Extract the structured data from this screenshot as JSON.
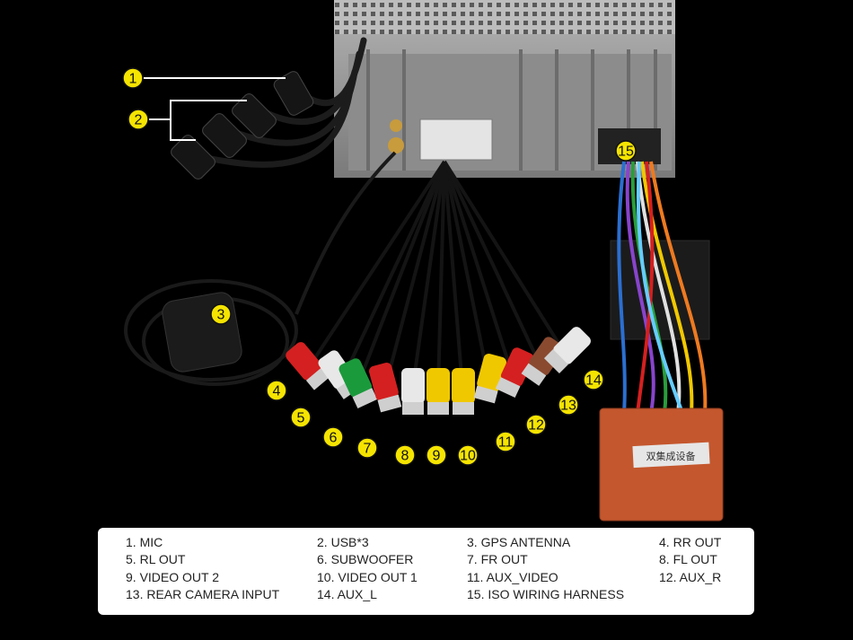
{
  "callouts": [
    "1",
    "2",
    "3",
    "4",
    "5",
    "6",
    "7",
    "8",
    "9",
    "10",
    "11",
    "12",
    "13",
    "14",
    "15"
  ],
  "box_label": "双集成设备",
  "legend": [
    {
      "n": "1.",
      "label": "MIC"
    },
    {
      "n": "2.",
      "label": "USB*3"
    },
    {
      "n": "3.",
      "label": "GPS ANTENNA"
    },
    {
      "n": "4.",
      "label": "RR OUT"
    },
    {
      "n": "5.",
      "label": "RL OUT"
    },
    {
      "n": "6.",
      "label": "SUBWOOFER"
    },
    {
      "n": "7.",
      "label": "FR OUT"
    },
    {
      "n": "8.",
      "label": "FL OUT"
    },
    {
      "n": "9.",
      "label": "VIDEO OUT 2"
    },
    {
      "n": "10.",
      "label": "VIDEO OUT 1"
    },
    {
      "n": "11.",
      "label": "AUX_VIDEO"
    },
    {
      "n": "12.",
      "label": "AUX_R"
    },
    {
      "n": "13.",
      "label": "REAR CAMERA INPUT"
    },
    {
      "n": "14.",
      "label": "AUX_L"
    },
    {
      "n": "15.",
      "label": "ISO WIRING HARNESS"
    }
  ],
  "colors": {
    "callout_fill": "#f5e400",
    "rca_red": "#d42020",
    "rca_white": "#e8e8e8",
    "rca_green": "#1b9a3c",
    "rca_yellow": "#f0c800",
    "rca_brown": "#8a4a30",
    "iso_connector": "#c4572e"
  }
}
